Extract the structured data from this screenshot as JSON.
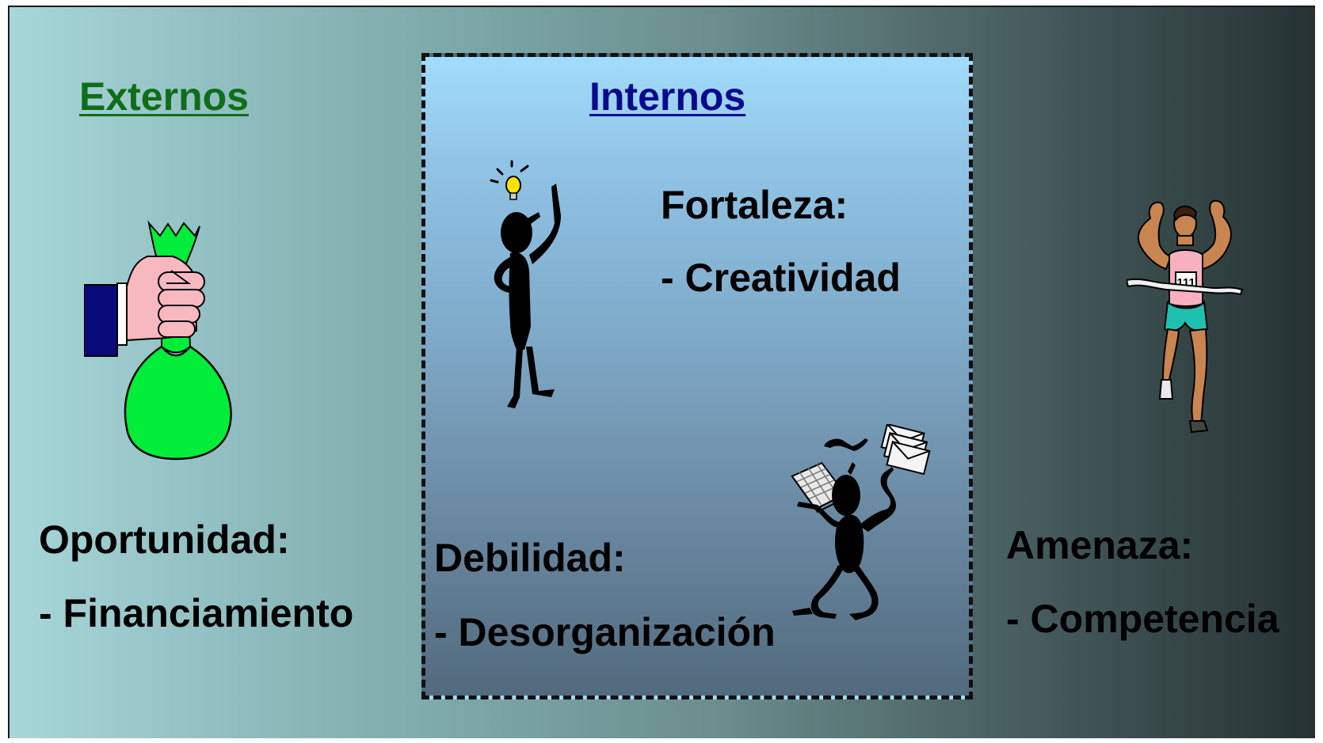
{
  "externos": {
    "heading": "Externos",
    "oportunidad": {
      "title": "Oportunidad:",
      "item": "- Financiamiento"
    },
    "amenaza": {
      "title": "Amenaza:",
      "item": "- Competencia"
    }
  },
  "internos": {
    "heading": "Internos",
    "fortaleza": {
      "title": "Fortaleza:",
      "item": "- Creatividad"
    },
    "debilidad": {
      "title": "Debilidad:",
      "item": "- Desorganización"
    }
  },
  "runner_bib": "111",
  "icons": [
    "money-bag-icon",
    "idea-person-icon",
    "juggling-person-icon",
    "runner-icon"
  ],
  "colors": {
    "externos": "#0e6e1a",
    "internos": "#0a0a8c",
    "bag": "#00ee3a",
    "cuff": "#0a0a7a"
  }
}
